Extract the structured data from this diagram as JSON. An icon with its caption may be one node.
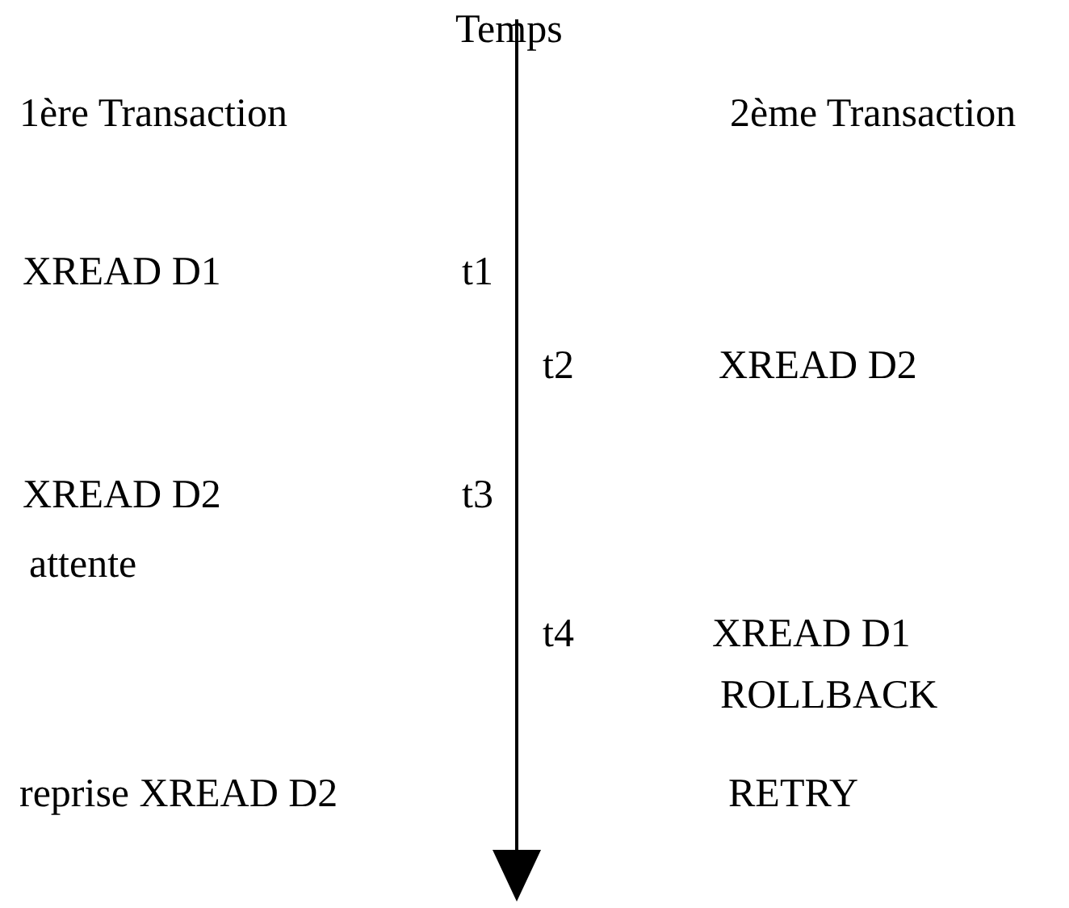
{
  "diagram": {
    "labels": [
      "Temps",
      "1ère Transaction",
      "2ème Transaction",
      "XREAD D1",
      "t1",
      "t2",
      "XREAD D2",
      "XREAD D2",
      "t3",
      "attente",
      "t4",
      "XREAD D1",
      "ROLLBACK",
      "reprise XREAD D2",
      "RETRY"
    ]
  }
}
